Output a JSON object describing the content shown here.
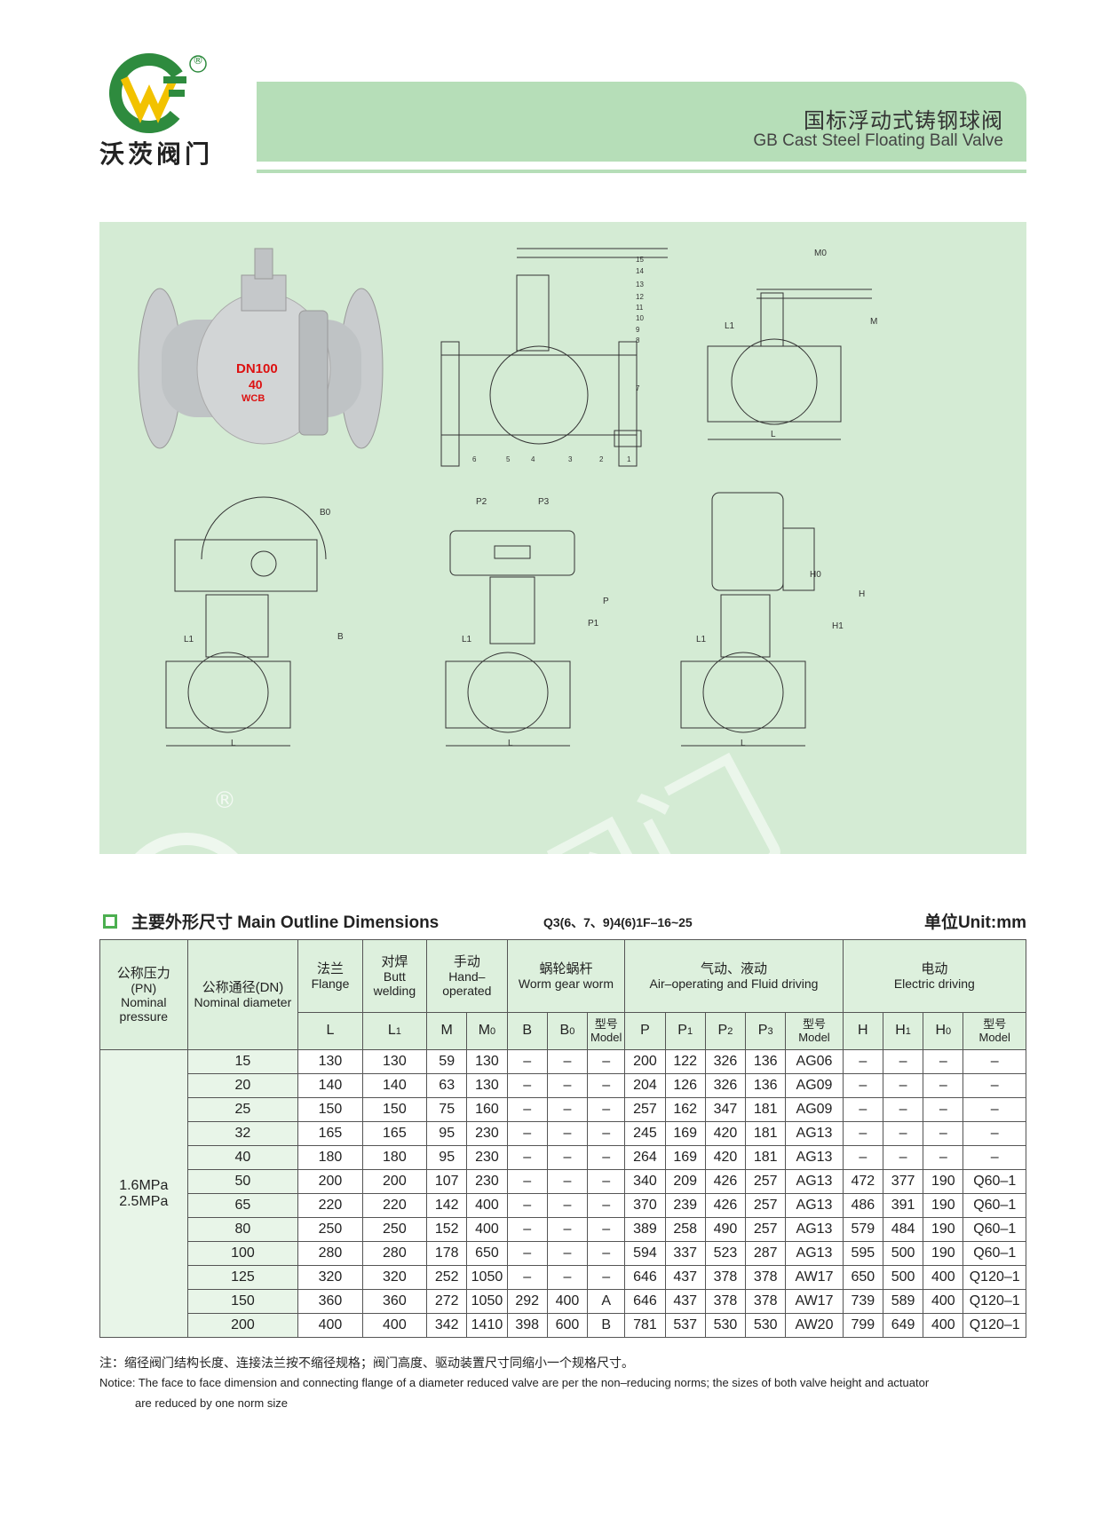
{
  "brand": {
    "name_cn": "沃茨阀门",
    "registered": "®",
    "colors": {
      "green": "#2e8b3e",
      "yellow": "#f2c200",
      "band": "#b6deb8",
      "panel": "#d4ebd4"
    }
  },
  "header": {
    "title_cn": "国标浮动式铸钢球阀",
    "title_en": "GB Cast Steel Floating Ball Valve"
  },
  "figure": {
    "valve_markings": [
      "DN100",
      "40",
      "WCB"
    ],
    "part_numbers_top": [
      "15",
      "14",
      "13",
      "12",
      "11",
      "10",
      "9",
      "8",
      "7"
    ],
    "part_numbers_bottom": [
      "6",
      "5",
      "4",
      "3",
      "2",
      "1"
    ],
    "dim_labels": {
      "M0": "M0",
      "M": "M",
      "L1": "L1",
      "L": "L",
      "B0": "B0",
      "B": "B",
      "P2": "P2",
      "P3": "P3",
      "P1": "P1",
      "P": "P",
      "H0": "H0",
      "H1": "H1",
      "H": "H"
    }
  },
  "section": {
    "title": "主要外形尺寸 Main Outline  Dimensions",
    "model": "Q3(6、7、9)4(6)1F–16~25",
    "unit": "单位Unit:mm"
  },
  "table": {
    "group_headers": {
      "pn": {
        "cn": "公称压力",
        "en1": "(PN)",
        "en2": "Nominal",
        "en3": "pressure"
      },
      "dn": {
        "cn": "公称通径(DN)",
        "en": "Nominal diameter"
      },
      "flange": {
        "cn": "法兰",
        "en": "Flange"
      },
      "butt": {
        "cn": "对焊",
        "en1": "Butt",
        "en2": "welding"
      },
      "hand": {
        "cn": "手动",
        "en1": "Hand–",
        "en2": "operated"
      },
      "worm": {
        "cn": "蜗轮蜗杆",
        "en": "Worm gear worm"
      },
      "air": {
        "cn": "气动、液动",
        "en": "Air–operating and Fluid driving"
      },
      "elec": {
        "cn": "电动",
        "en": "Electric driving"
      }
    },
    "sub_headers": {
      "L": "L",
      "L1": "L",
      "L1_sub": "1",
      "M": "M",
      "M0": "M",
      "M0_sub": "0",
      "B": "B",
      "B0": "B",
      "B0_sub": "0",
      "model_cn": "型号",
      "model_en": "Model",
      "P": "P",
      "P1": "P",
      "P1_sub": "1",
      "P2": "P",
      "P2_sub": "2",
      "P3": "P",
      "P3_sub": "3",
      "H": "H",
      "H1": "H",
      "H1_sub": "1",
      "H0": "H",
      "H0_sub": "0"
    },
    "pressure": [
      "1.6MPa",
      "2.5MPa"
    ],
    "rows": [
      [
        "15",
        "130",
        "130",
        "59",
        "130",
        "–",
        "–",
        "–",
        "200",
        "122",
        "326",
        "136",
        "AG06",
        "–",
        "–",
        "–",
        "–"
      ],
      [
        "20",
        "140",
        "140",
        "63",
        "130",
        "–",
        "–",
        "–",
        "204",
        "126",
        "326",
        "136",
        "AG09",
        "–",
        "–",
        "–",
        "–"
      ],
      [
        "25",
        "150",
        "150",
        "75",
        "160",
        "–",
        "–",
        "–",
        "257",
        "162",
        "347",
        "181",
        "AG09",
        "–",
        "–",
        "–",
        "–"
      ],
      [
        "32",
        "165",
        "165",
        "95",
        "230",
        "–",
        "–",
        "–",
        "245",
        "169",
        "420",
        "181",
        "AG13",
        "–",
        "–",
        "–",
        "–"
      ],
      [
        "40",
        "180",
        "180",
        "95",
        "230",
        "–",
        "–",
        "–",
        "264",
        "169",
        "420",
        "181",
        "AG13",
        "–",
        "–",
        "–",
        "–"
      ],
      [
        "50",
        "200",
        "200",
        "107",
        "230",
        "–",
        "–",
        "–",
        "340",
        "209",
        "426",
        "257",
        "AG13",
        "472",
        "377",
        "190",
        "Q60–1"
      ],
      [
        "65",
        "220",
        "220",
        "142",
        "400",
        "–",
        "–",
        "–",
        "370",
        "239",
        "426",
        "257",
        "AG13",
        "486",
        "391",
        "190",
        "Q60–1"
      ],
      [
        "80",
        "250",
        "250",
        "152",
        "400",
        "–",
        "–",
        "–",
        "389",
        "258",
        "490",
        "257",
        "AG13",
        "579",
        "484",
        "190",
        "Q60–1"
      ],
      [
        "100",
        "280",
        "280",
        "178",
        "650",
        "–",
        "–",
        "–",
        "594",
        "337",
        "523",
        "287",
        "AG13",
        "595",
        "500",
        "190",
        "Q60–1"
      ],
      [
        "125",
        "320",
        "320",
        "252",
        "1050",
        "–",
        "–",
        "–",
        "646",
        "437",
        "378",
        "378",
        "AW17",
        "650",
        "500",
        "400",
        "Q120–1"
      ],
      [
        "150",
        "360",
        "360",
        "272",
        "1050",
        "292",
        "400",
        "A",
        "646",
        "437",
        "378",
        "378",
        "AW17",
        "739",
        "589",
        "400",
        "Q120–1"
      ],
      [
        "200",
        "400",
        "400",
        "342",
        "1410",
        "398",
        "600",
        "B",
        "781",
        "537",
        "530",
        "530",
        "AW20",
        "799",
        "649",
        "400",
        "Q120–1"
      ]
    ]
  },
  "notes": {
    "cn": "注：缩径阀门结构长度、连接法兰按不缩径规格；阀门高度、驱动装置尺寸同缩小一个规格尺寸。",
    "en1": "Notice: The face to face dimension and connecting flange of a diameter reduced valve are per the non–reducing norms; the sizes of both valve height and actuator",
    "en2": "are reduced by one norm size"
  },
  "watermark": {
    "text": "沃茨阀门",
    "registered": "®"
  }
}
